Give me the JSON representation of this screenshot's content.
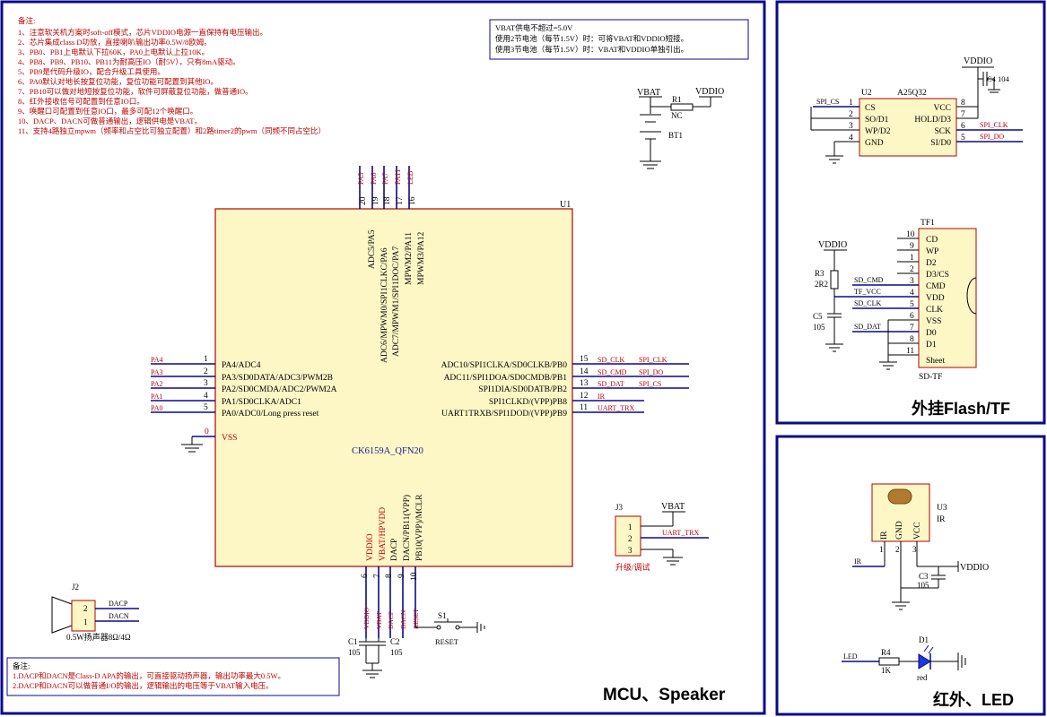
{
  "notes_top": {
    "title": "备注:",
    "lines": [
      "1、注意软关机方案时soft-off模式，芯片VDDIO电源一直保持有电压输出。",
      "2、芯片集成class D功放，直接喇叭输出功率0.5W/8欧姆。",
      "3、PB0、PB1上电默认下拉60K，PA0上电默认上拉10K。",
      "4、PB8、PB9、PB10、PB11为耐高压IO（耐5V），只有8mA驱动。",
      "5、PB9是代码升级IO，配合升级工具使用。",
      "6、PA0默认对地长按复位功能，复位功能可配置到其他IO。",
      "7、PB10可以做对地短按复位功能，软件可屏蔽复位功能，做普通IO。",
      "8、红外接收信号可配置到任意IO口。",
      "9、唤醒口可配置到任意IO口，最多可配12个唤醒口。",
      "10、DACP、DACN可做普通输出，逻辑供电是VBAT。",
      "11、支持4路独立mpwm（频率和占空比可独立配置）和2路timer2的pwm（同频不同占空比）"
    ]
  },
  "vbat_note": [
    "VBAT供电不超过=5.0V",
    "使用2节电池（每节1.5V）时：可将VBAT和VDDIO短接。",
    "使用3节电池（每节1.5V）时：VBAT和VDDIO单独引出。"
  ],
  "notes_bottom": {
    "title": "备注:",
    "lines": [
      "1.DACP和DACN是Class-D APA的输出，可直接驱动扬声器，输出功率最大0.5W。",
      "2.DACP和DACN可以做普通I/O的输出，逻辑输出的电压等于VBAT输入电压。"
    ]
  },
  "mcu": {
    "ref": "U1",
    "part": "CK6159A_QFN20",
    "left_pins": [
      {
        "num": "1",
        "name": "PA4/ADC4",
        "net": "PA4"
      },
      {
        "num": "2",
        "name": "PA3/SD0DATA/ADC3/PWM2B",
        "net": "PA3"
      },
      {
        "num": "3",
        "name": "PA2/SD0CMDA/ADC2/PWM2A",
        "net": "PA2"
      },
      {
        "num": "4",
        "name": "PA1/SD0CLKA/ADC1",
        "net": "PA1"
      },
      {
        "num": "5",
        "name": "PA0/ADC0/Long press reset",
        "net": "PA0"
      }
    ],
    "vss_pin": {
      "num": "0",
      "name": "VSS"
    },
    "right_pins": [
      {
        "num": "15",
        "name": "ADC10/SPI1CLKA/SD0CLKB/PB0",
        "net1": "SD_CLK",
        "net2": "SPI_CLK"
      },
      {
        "num": "14",
        "name": "ADC11/SPI1DOA/SD0CMDB/PB1",
        "net1": "SD_CMD",
        "net2": "SPI_DO"
      },
      {
        "num": "13",
        "name": "SPI1DIA/SD0DATB/PB2",
        "net1": "SD_DAT",
        "net2": "SPI_CS"
      },
      {
        "num": "12",
        "name": "SPI1CLKD/(VPP)PB8",
        "net1": "IR",
        "net2": ""
      },
      {
        "num": "11",
        "name": "UART1TRXB/SPI1DOD/(VPP)PB9",
        "net1": "UART_TRX",
        "net2": ""
      }
    ],
    "top_pins": [
      {
        "num": "20",
        "name": "ADC5/PA5",
        "net": "PA5"
      },
      {
        "num": "19",
        "name": "ADC6/MPWM0/SPI1CLKC/PA6",
        "net": "PA6"
      },
      {
        "num": "18",
        "name": "ADC7/MPWM1/SPI1DOC/PA7",
        "net": "PA7"
      },
      {
        "num": "17",
        "name": "MPWM2/PA11",
        "net": "PA11"
      },
      {
        "num": "16",
        "name": "MPWM3/PA12",
        "net": "LED"
      }
    ],
    "bottom_pins": [
      {
        "num": "6",
        "name": "VDDIO",
        "net": "VDDIO"
      },
      {
        "num": "7",
        "name": "VBAT/HPVDD",
        "net": "VBAT"
      },
      {
        "num": "8",
        "name": "DACP",
        "net": "DACP"
      },
      {
        "num": "9",
        "name": "DACN/PB11(VPP)",
        "net": "DACN"
      },
      {
        "num": "10",
        "name": "PB10(VPP)/MCLR",
        "net": "RESET"
      }
    ]
  },
  "power": {
    "vbat": "VBAT",
    "vddio": "VDDIO",
    "r1_ref": "R1",
    "r1_val": "NC",
    "bt1": "BT1",
    "c1_ref": "C1",
    "c1_val": "105",
    "c2_ref": "C2",
    "c2_val": "105",
    "s1_ref": "S1",
    "s1_label": "RESET"
  },
  "j2": {
    "ref": "J2",
    "pin2": "2",
    "pin1": "1",
    "net2": "DACP",
    "net1": "DACN",
    "label": "0.5W扬声器8Ω/4Ω"
  },
  "j3": {
    "ref": "J3",
    "pins": [
      "1",
      "2",
      "3"
    ],
    "net_vbat": "VBAT",
    "net_uart": "UART_TRX",
    "label": "升级/调试"
  },
  "flash": {
    "ref": "U2",
    "part": "A25Q32",
    "left_pins": [
      {
        "num": "1",
        "name": "CS"
      },
      {
        "num": "2",
        "name": "SO/D1"
      },
      {
        "num": "3",
        "name": "WP/D2"
      },
      {
        "num": "4",
        "name": "GND"
      }
    ],
    "right_pins": [
      {
        "num": "8",
        "name": "VCC"
      },
      {
        "num": "7",
        "name": "HOLD/D3"
      },
      {
        "num": "6",
        "name": "SCK"
      },
      {
        "num": "5",
        "name": "SI/D0"
      }
    ],
    "net_cs": "SPI_CS",
    "net_clk": "SPI_CLK",
    "net_do": "SPI_DO",
    "vddio": "VDDIO",
    "c4": "C4 104"
  },
  "tf": {
    "ref": "TF1",
    "part": "SD-TF",
    "pins": [
      {
        "num": "10",
        "name": "CD"
      },
      {
        "num": "9",
        "name": "WP"
      },
      {
        "num": "1",
        "name": "D2"
      },
      {
        "num": "2",
        "name": "D3/CS"
      },
      {
        "num": "3",
        "name": "CMD"
      },
      {
        "num": "4",
        "name": "VDD"
      },
      {
        "num": "5",
        "name": "CLK"
      },
      {
        "num": "6",
        "name": "VSS"
      },
      {
        "num": "7",
        "name": "D0"
      },
      {
        "num": "8",
        "name": "D1"
      },
      {
        "num": "11",
        "name": "Sheet"
      }
    ],
    "vddio": "VDDIO",
    "r3_ref": "R3",
    "r3_val": "2R2",
    "c5_ref": "C5",
    "c5_val": "105",
    "net_cmd": "SD_CMD",
    "net_vcc": "TF_VCC",
    "net_clk": "SD_CLK",
    "net_dat": "SD_DAT"
  },
  "ir": {
    "ref": "U3",
    "part": "IR",
    "pins": [
      {
        "num": "1",
        "name": "IR"
      },
      {
        "num": "2",
        "name": "GND"
      },
      {
        "num": "3",
        "name": "VCC"
      }
    ],
    "net": "IR",
    "vddio": "VDDIO",
    "c3_ref": "C3",
    "c3_val": "105"
  },
  "led": {
    "net": "LED",
    "r4_ref": "R4",
    "r4_val": "1K",
    "d1_ref": "D1",
    "d1_val": "red"
  },
  "panel_titles": {
    "mcu": "MCU、Speaker",
    "flash": "外挂Flash/TF",
    "irled": "红外、LED"
  }
}
